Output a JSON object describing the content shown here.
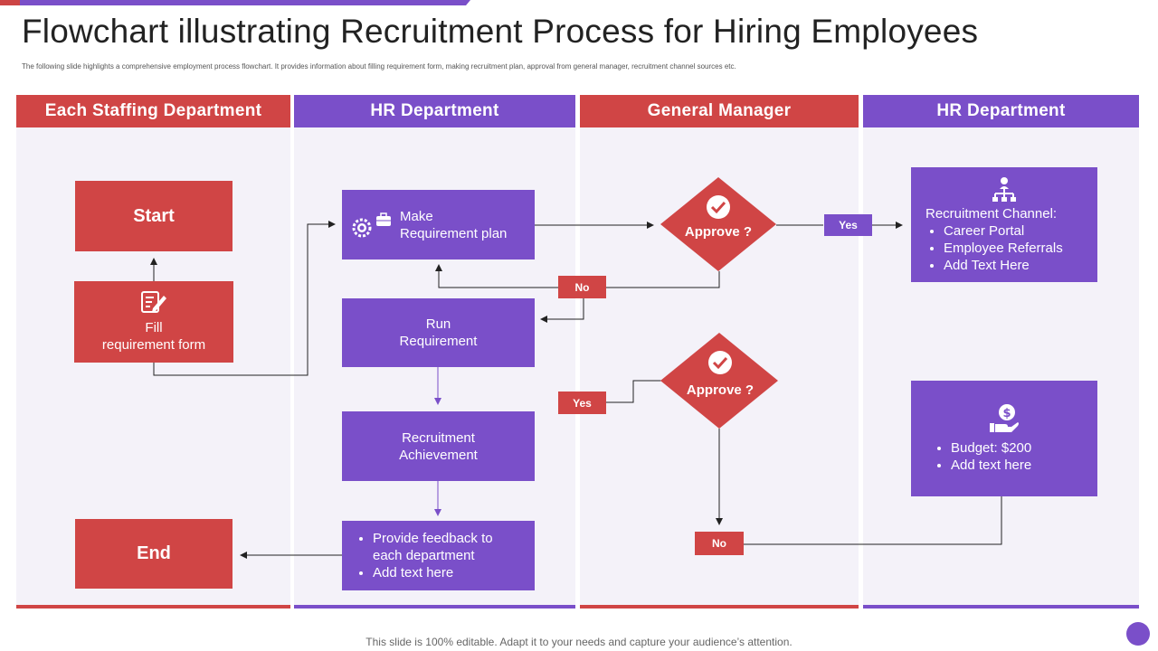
{
  "header": {
    "title": "Flowchart illustrating Recruitment Process for Hiring Employees",
    "subtitle": "The following slide highlights a comprehensive employment process flowchart. It provides information about filling requirement form, making recruitment plan, approval from general manager, recruitment channel sources etc."
  },
  "lanes": [
    {
      "label": "Each Staffing Department",
      "color": "#d04545"
    },
    {
      "label": "HR Department",
      "color": "#7a4fc9"
    },
    {
      "label": "General Manager",
      "color": "#d04545"
    },
    {
      "label": "HR Department",
      "color": "#7a4fc9"
    }
  ],
  "nodes": {
    "start": "Start",
    "fill_form": {
      "line1": "Fill",
      "line2": "requirement form",
      "icon": "form-edit-icon"
    },
    "end": "End",
    "make_plan": {
      "line1": "Make",
      "line2": "Requirement plan",
      "icon": "gear-briefcase-icon"
    },
    "run_requirement": {
      "line1": "Run",
      "line2": "Requirement"
    },
    "achievement": {
      "line1": "Recruitment",
      "line2": "Achievement"
    },
    "feedback": [
      "Provide feedback to each department",
      "Add text here"
    ],
    "approve_1": "Approve ?",
    "approve_2": "Approve ?",
    "channel": {
      "heading": "Recruitment Channel:",
      "items": [
        "Career Portal",
        "Employee Referrals",
        "Add Text Here"
      ],
      "icon": "org-chart-icon"
    },
    "budget": {
      "items": [
        "Budget: $200",
        "Add text here"
      ],
      "icon": "money-hand-icon"
    }
  },
  "tags": {
    "yes_1": "Yes",
    "no_1": "No",
    "yes_2": "Yes",
    "no_2": "No"
  },
  "footer": "This slide is 100% editable. Adapt it to your needs and capture your audience’s attention.",
  "colors": {
    "red": "#d04545",
    "purple": "#7a4fc9",
    "lane_bg": "#f4f2f9"
  }
}
